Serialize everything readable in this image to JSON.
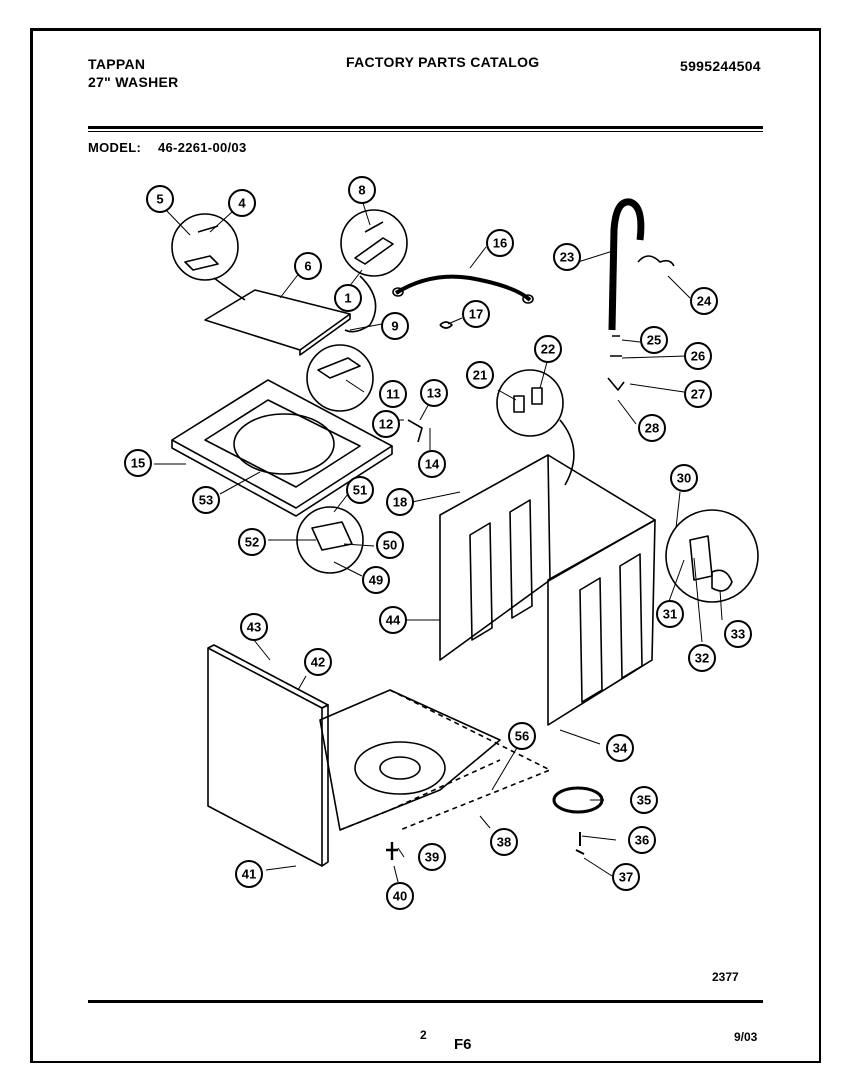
{
  "header": {
    "brand": "TAPPAN",
    "product": "27\" WASHER",
    "catalog_title": "FACTORY PARTS CATALOG",
    "catalog_number": "5995244504",
    "model_label": "MODEL:",
    "model_number": "46-2261-00/03"
  },
  "footer": {
    "diagram_code": "2377",
    "page_number": "2",
    "figure": "F6",
    "date": "9/03"
  },
  "callouts": [
    "1",
    "4",
    "5",
    "6",
    "8",
    "9",
    "11",
    "12",
    "13",
    "14",
    "15",
    "16",
    "17",
    "18",
    "21",
    "22",
    "23",
    "24",
    "25",
    "26",
    "27",
    "28",
    "30",
    "31",
    "32",
    "33",
    "34",
    "35",
    "36",
    "37",
    "38",
    "39",
    "40",
    "41",
    "42",
    "43",
    "44",
    "49",
    "50",
    "51",
    "52",
    "53",
    "56"
  ]
}
